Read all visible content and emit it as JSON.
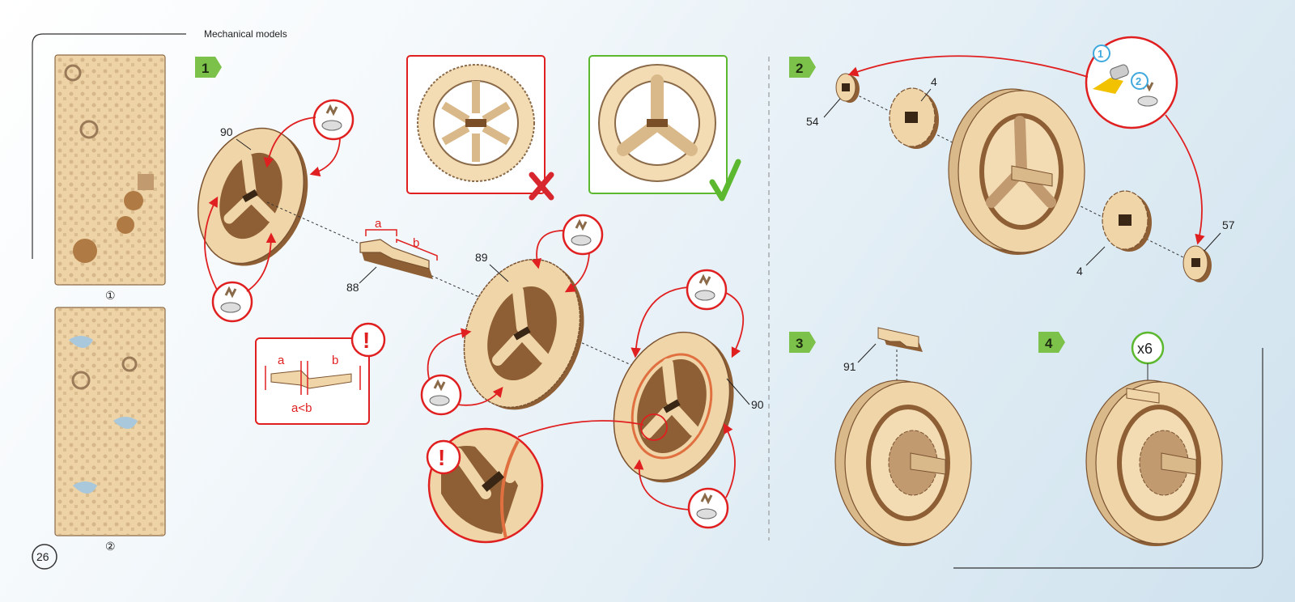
{
  "header": {
    "section_title": "Mechanical models"
  },
  "page_number": "26",
  "sheets": [
    {
      "label": "①"
    },
    {
      "label": "②"
    }
  ],
  "steps": [
    {
      "number": "1"
    },
    {
      "number": "2"
    },
    {
      "number": "3"
    },
    {
      "number": "4"
    }
  ],
  "step1": {
    "part_labels": [
      "90",
      "88",
      "89",
      "90"
    ],
    "dimension_a": "a",
    "dimension_b": "b",
    "note_a": "a",
    "note_b": "b",
    "note_rule": "a<b",
    "warning_mark": "!"
  },
  "step2": {
    "part_labels": [
      "54",
      "4",
      "4",
      "57"
    ],
    "glue_steps": [
      "1",
      "2"
    ]
  },
  "step3": {
    "part_label": "91"
  },
  "step4": {
    "quantity": "x6"
  },
  "colors": {
    "accent_red": "#e02020",
    "correct_green": "#5cb82e",
    "wood_light": "#f0d5a8",
    "wood_dark": "#9a6a3c",
    "step_badge": "#7cc24a",
    "badge_blue": "#3fa9de"
  }
}
